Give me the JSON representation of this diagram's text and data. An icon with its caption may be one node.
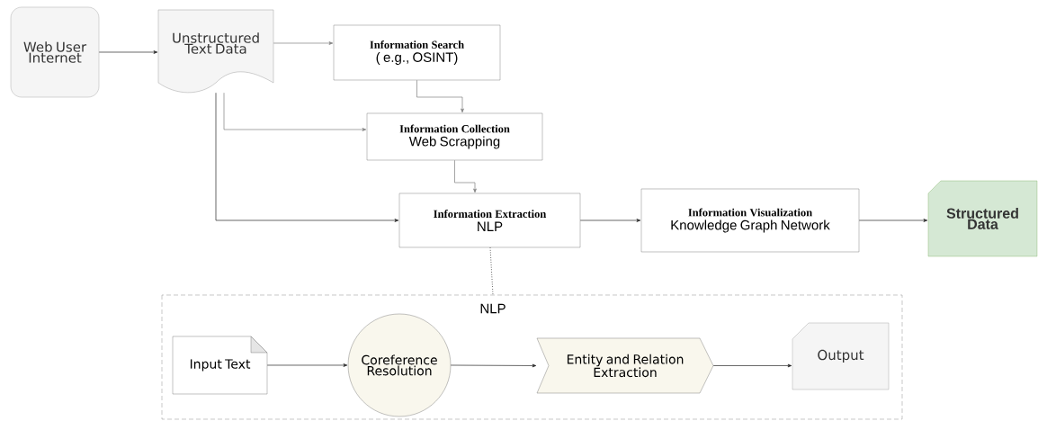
{
  "diagram": {
    "nodes": [
      {
        "text": [
          "Web User Internet"
        ]
      },
      {
        "text": [
          "Unstructured Text Data"
        ]
      },
      {
        "text": [
          "Information Search",
          "( e.g., OSINT)"
        ]
      },
      {
        "text": [
          "Information Collection",
          "Web Scrapping"
        ]
      },
      {
        "text": [
          "Information Extraction",
          "NLP"
        ]
      },
      {
        "text": [
          "Information Visualization",
          "Knowledge Graph Network"
        ]
      },
      {
        "text": [
          "Structured Data"
        ]
      },
      {
        "text": [
          "NLP"
        ]
      },
      {
        "text": [
          "Input Text"
        ],
        "in": 7
      },
      {
        "text": [
          "Coreference Resolution"
        ],
        "in": 7
      },
      {
        "text": [
          "Entity and Relation Extraction"
        ],
        "in": 7
      },
      {
        "text": [
          "Output"
        ],
        "in": 7
      }
    ],
    "edges": [
      {
        "from": 0,
        "to": 1,
        "arrow": "to"
      },
      {
        "from": 1,
        "to": 2,
        "arrow": "to",
        "color": "#808080"
      },
      {
        "from": 2,
        "to": 3,
        "arrow": "to",
        "color": "#808080"
      },
      {
        "from": 1,
        "to": 3,
        "arrow": "to",
        "color": "#808080"
      },
      {
        "from": 1,
        "to": 4,
        "arrow": "to"
      },
      {
        "from": 3,
        "to": 4,
        "arrow": "to",
        "color": "#808080"
      },
      {
        "from": 4,
        "to": 5,
        "arrow": "to"
      },
      {
        "from": 5,
        "to": 6,
        "arrow": "to"
      },
      {
        "from": 4,
        "to": 7,
        "arrow": "none",
        "style": "dashed"
      },
      {
        "from": 8,
        "to": 9,
        "arrow": "to"
      },
      {
        "from": 9,
        "to": 10,
        "arrow": "to"
      },
      {
        "from": 10,
        "to": 11,
        "arrow": "to"
      }
    ]
  }
}
